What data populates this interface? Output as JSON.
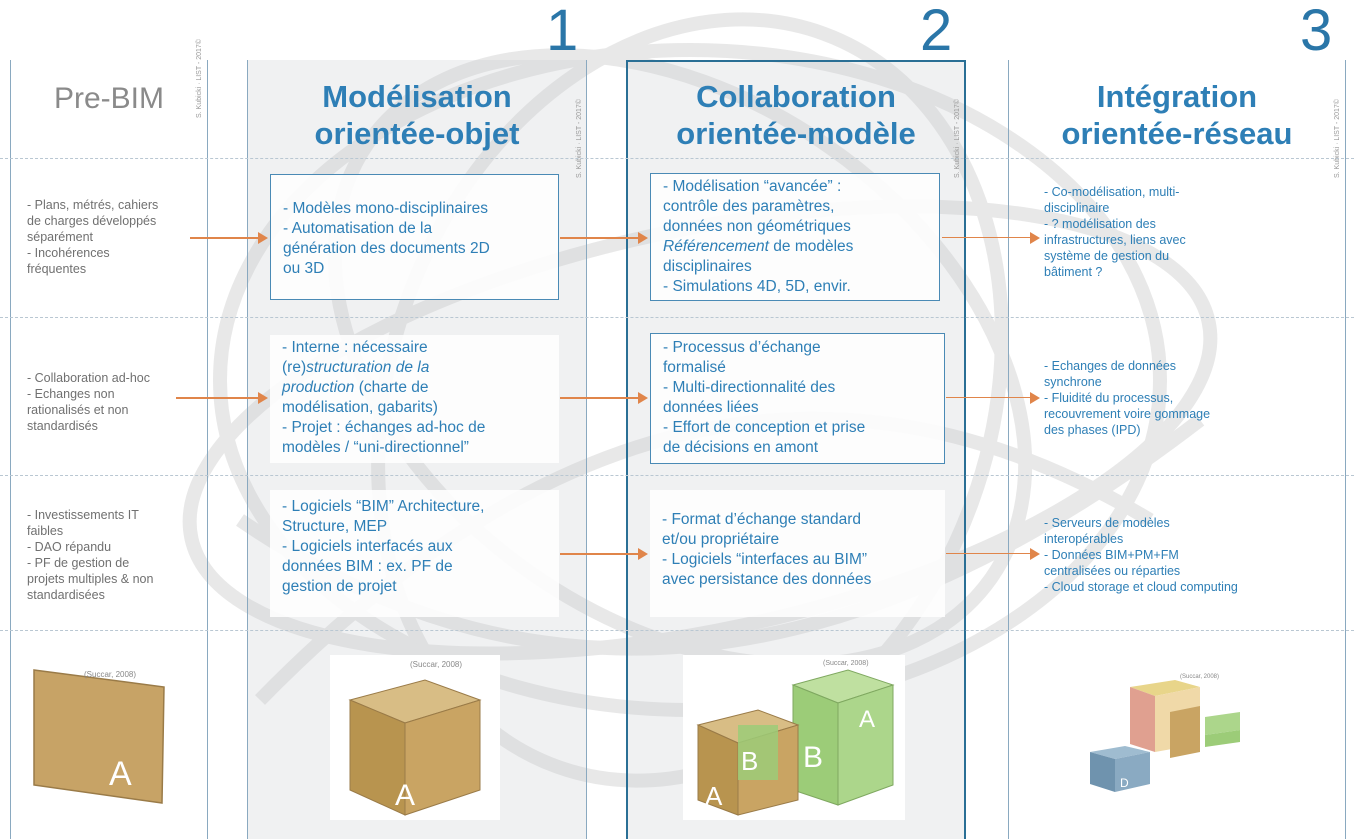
{
  "columns": [
    {
      "number": "",
      "title": "Pre-BIM",
      "credit": "S. Kubicki · LIST - 2017©"
    },
    {
      "number": "1",
      "title": "Modélisation\norientée-objet",
      "credit": "S. Kubicki · LIST - 2017©"
    },
    {
      "number": "2",
      "title": "Collaboration\norientée-modèle",
      "credit": "S. Kubicki · LIST - 2017©"
    },
    {
      "number": "3",
      "title": "Intégration\norientée-réseau",
      "credit": "S. Kubicki · LIST - 2017©"
    }
  ],
  "rows": [
    {
      "pre": [
        "- Plans, métrés, cahiers",
        "de charges développés",
        "séparément",
        "- Incohérences",
        "fréquentes"
      ],
      "c1": [
        "- Modèles mono-disciplinaires",
        "- Automatisation de la",
        "génération des documents 2D",
        "ou 3D"
      ],
      "c2": [
        "- Modélisation “avancée” :",
        "contrôle des paramètres,",
        "données non géométriques",
        "- Référencement de modèles",
        "disciplinaires",
        "- Simulations 4D, 5D, envir."
      ],
      "c3": [
        "- Co-modélisation, multi-",
        "disciplinaire",
        "- ? modélisation des",
        "infrastructures, liens avec",
        "système de gestion du",
        "bâtiment ?"
      ]
    },
    {
      "pre": [
        "- Collaboration ad-hoc",
        "- Echanges non",
        "rationalisés et non",
        "standardisés"
      ],
      "c1": [
        "- Interne : nécessaire",
        "(re)structuration de la",
        "production (charte de",
        "modélisation, gabarits)",
        "- Projet : échanges ad-hoc de",
        "modèles / “uni-directionnel”"
      ],
      "c2": [
        "- Processus d’échange",
        "formalisé",
        "- Multi-directionnalité des",
        "données liées",
        "- Effort de conception et prise",
        "de décisions en amont"
      ],
      "c3": [
        "- Echanges de données",
        "synchrone",
        "- Fluidité du processus,",
        "recouvrement voire gommage",
        "des phases (IPD)"
      ]
    },
    {
      "pre": [
        "- Investissements IT",
        "faibles",
        "- DAO répandu",
        "- PF de gestion de",
        "projets multiples & non",
        "standardisées"
      ],
      "c1": [
        "- Logiciels “BIM” Architecture,",
        "Structure, MEP",
        "- Logiciels interfacés aux",
        "données BIM : ex. PF de",
        "gestion de projet"
      ],
      "c2": [
        "- Format d’échange standard",
        "et/ou propriétaire",
        "- Logiciels “interfaces au BIM”",
        "avec persistance des données"
      ],
      "c3": [
        "- Serveurs de modèles",
        "interopérables",
        "- Données BIM+PM+FM",
        "centralisées ou réparties",
        "- Cloud storage et cloud computing"
      ]
    }
  ],
  "images": {
    "succar": "(Succar, 2008)",
    "pre_letter": "A",
    "c1_letter": "A",
    "c2_letters": [
      "A",
      "B",
      "B",
      "A"
    ],
    "c3_letter": "D"
  },
  "colors": {
    "accent": "#2e7fb6",
    "arrow": "#e0854a",
    "border": "#2a6f95"
  }
}
